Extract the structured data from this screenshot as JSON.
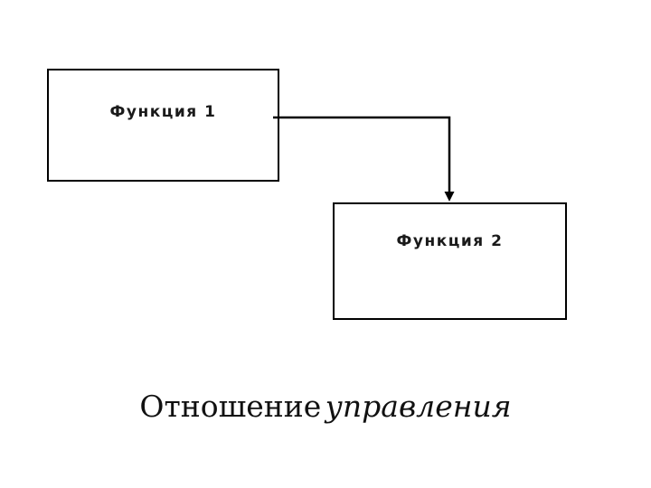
{
  "diagram": {
    "type": "flow-diagram",
    "background_color": "#ffffff",
    "stroke_color": "#000000",
    "nodes": [
      {
        "id": "function-1",
        "label": "Функция 1"
      },
      {
        "id": "function-2",
        "label": "Функция 2"
      }
    ],
    "edges": [
      {
        "from": "function-1",
        "to": "function-2",
        "style": "orthogonal",
        "arrow": "end"
      }
    ],
    "caption": {
      "part1": "Отношение",
      "part2": "управления"
    }
  }
}
